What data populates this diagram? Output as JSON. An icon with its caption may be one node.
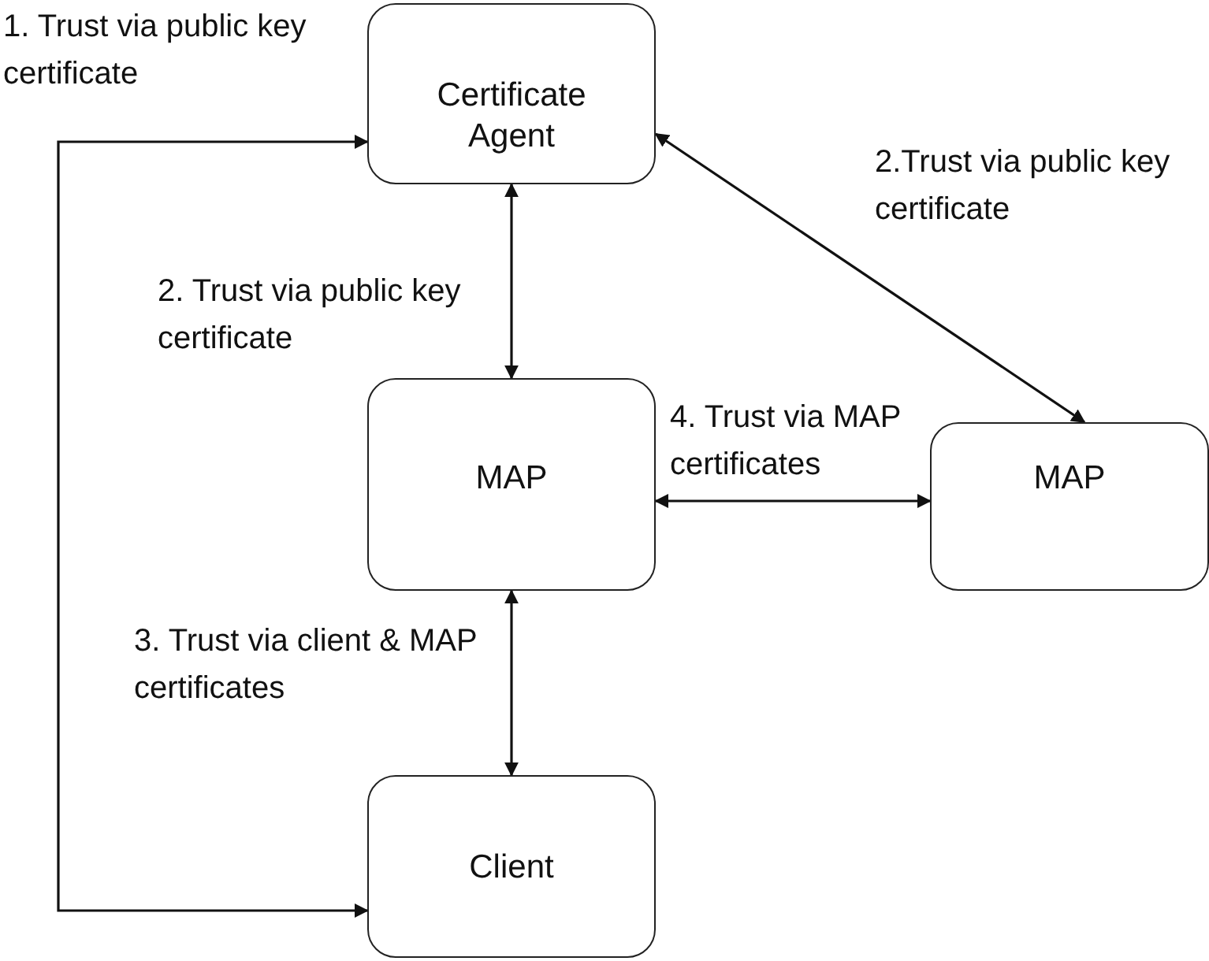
{
  "diagram": {
    "nodes": [
      {
        "text": [
          "Certificate Agent"
        ]
      },
      {
        "text": [
          "MAP"
        ]
      },
      {
        "text": [
          "MAP"
        ]
      },
      {
        "text": [
          "Client"
        ]
      }
    ],
    "edges": [
      {
        "from": 3,
        "to": 0,
        "arrow": "both",
        "label": "1. Trust via public key certificate"
      },
      {
        "from": 0,
        "to": 1,
        "arrow": "both",
        "label": "2. Trust via public key certificate"
      },
      {
        "from": 0,
        "to": 2,
        "arrow": "both",
        "label": "2.Trust via public key certificate"
      },
      {
        "from": 1,
        "to": 2,
        "arrow": "both",
        "label": "4. Trust via MAP certificates"
      },
      {
        "from": 1,
        "to": 3,
        "arrow": "both",
        "label": "3. Trust via client & MAP certificates"
      }
    ]
  }
}
